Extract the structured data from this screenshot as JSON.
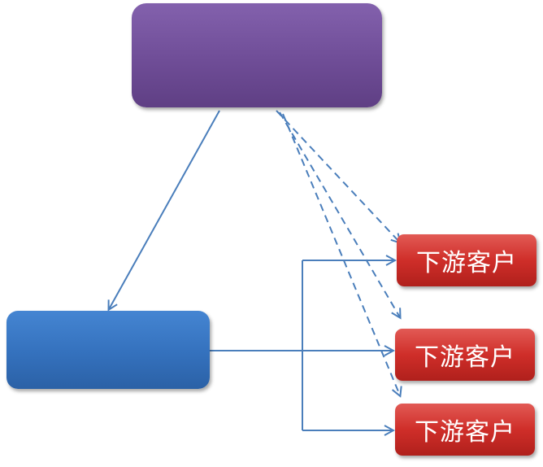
{
  "diagram": {
    "top_box": {
      "label": ""
    },
    "left_box": {
      "label": ""
    },
    "customers": [
      {
        "label": "下游客户"
      },
      {
        "label": "下游客户"
      },
      {
        "label": "下游客户"
      }
    ]
  },
  "colors": {
    "top_box": "#7454a0",
    "left_box": "#3a78c4",
    "customer": "#cc2a25",
    "arrow": "#4a7ebb"
  }
}
